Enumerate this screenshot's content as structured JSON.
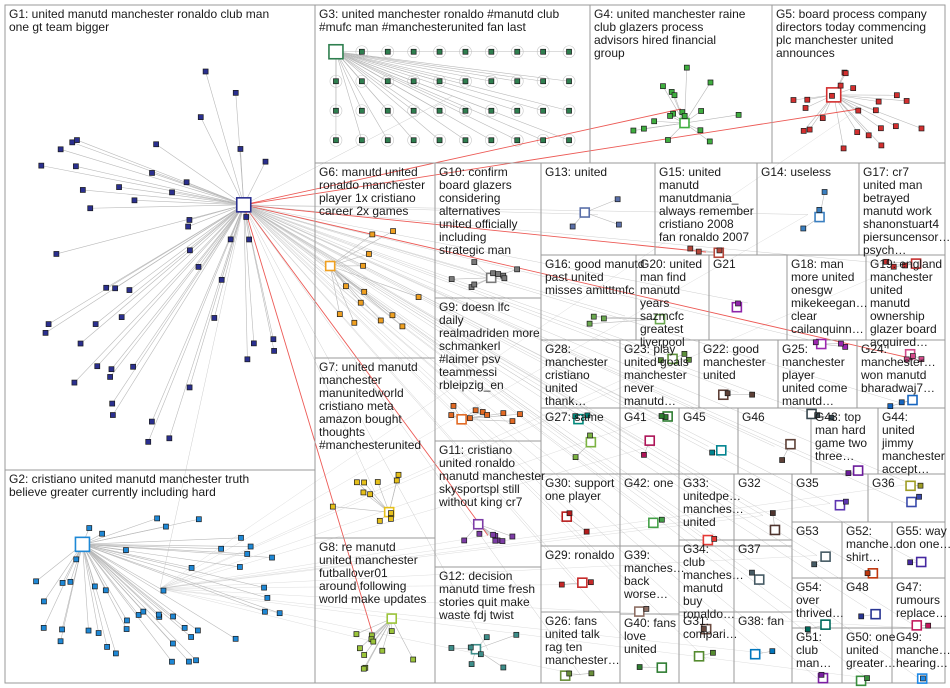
{
  "graph": {
    "title": "",
    "colors": {
      "edge": "#b9b9b9",
      "edge_highlight": "#e8322c",
      "panel_border": "#9a9a9a",
      "node_border": "#1b1b1b",
      "label_text": "#1a1a1a"
    },
    "groups": [
      {
        "id": "G1",
        "label": "G1: united manutd manchester ronaldo club man one gt team bigger",
        "color": "#2a2f8f",
        "nodes": 52
      },
      {
        "id": "G2",
        "label": "G2: cristiano united manutd manchester truth believe greater currently including hard",
        "color": "#1e88d6",
        "nodes": 48
      },
      {
        "id": "G3",
        "label": "G3: united manchester ronaldo #manutd club #mufc man #manchesterunited fan last",
        "color": "#2f7f4f",
        "nodes": 40
      },
      {
        "id": "G4",
        "label": "G4: united manchester raine club glazers process advisors hired financial group",
        "color": "#3fae3f",
        "nodes": 18
      },
      {
        "id": "G5",
        "label": "G5: board process company directors today commencing plc manchester united announces",
        "color": "#d32f2f",
        "nodes": 24
      },
      {
        "id": "G6",
        "label": "G6: manutd united ronaldo manchester player 1x cristiano career 2x games",
        "color": "#f0a020",
        "nodes": 14
      },
      {
        "id": "G7",
        "label": "G7: united manutd manchester manunitedworld cristiano meta amazon bought thoughts #manchesterunited",
        "color": "#e6c01a",
        "nodes": 12
      },
      {
        "id": "G8",
        "label": "G8: re manutd united manchester futballover01 around following world make updates",
        "color": "#9bc43a",
        "nodes": 12
      },
      {
        "id": "G9",
        "label": "G9: doesn lfc daily realmadriden more schmankerl #laimer psv teammessi rbleipzig_en",
        "color": "#e26a24",
        "nodes": 10
      },
      {
        "id": "G10",
        "label": "G10: confirm board glazers considering alternatives united officially including strategic man",
        "color": "#7a7a7a",
        "nodes": 10
      },
      {
        "id": "G11",
        "label": "G11: cristiano united ronaldo manutd manchester skysportspl still without king cr7",
        "color": "#7d3ca6",
        "nodes": 9
      },
      {
        "id": "G12",
        "label": "G12: decision manutd time fresh stories quit make waste fdj twist",
        "color": "#3d8e8a",
        "nodes": 8
      },
      {
        "id": "G13",
        "label": "G13: united",
        "color": "#5a6fa8",
        "nodes": 4
      },
      {
        "id": "G14",
        "label": "G14: useless",
        "color": "#3a7fc0",
        "nodes": 4
      },
      {
        "id": "G15",
        "label": "G15: united manutd manutdmania_ always remember cristiano 2008 fan ronaldo 2007",
        "color": "#b5463a",
        "nodes": 4
      },
      {
        "id": "G16",
        "label": "G16: good manutd past united misses amitttmfc",
        "color": "#6aa84f",
        "nodes": 4
      },
      {
        "id": "G17",
        "label": "G17: cr7 united man betrayed manutd work shanonstuart4 piersuncensor… psych…",
        "color": "#c53030",
        "nodes": 4
      },
      {
        "id": "G18",
        "label": "G18: man more united onesgw mikekeegan… clear cailanquinn…",
        "color": "#9c27b0",
        "nodes": 4
      },
      {
        "id": "G19",
        "label": "G19: england manchester united manutd ownership glazer board acquired…",
        "color": "#d34a8a",
        "nodes": 4
      },
      {
        "id": "G20",
        "label": "G20: united man find manutd years sazmcfc greatest liverpool",
        "color": "#5c8f3a",
        "nodes": 4
      },
      {
        "id": "G21",
        "label": "G21",
        "color": "#8e24aa",
        "nodes": 2
      },
      {
        "id": "G22",
        "label": "G22: good manchester united",
        "color": "#5d4037",
        "nodes": 3
      },
      {
        "id": "G23",
        "label": "G23: play united goals manchester never manutd…",
        "color": "#2e7d32",
        "nodes": 3
      },
      {
        "id": "G24",
        "label": "G24: manchester… won manutd bharadwaj7…",
        "color": "#1565c0",
        "nodes": 3
      },
      {
        "id": "G25",
        "label": "G25: manchester player united come manutd…",
        "color": "#37474f",
        "nodes": 3
      },
      {
        "id": "G26",
        "label": "G26: fans united talk rag ten manchester…",
        "color": "#6a8f3a",
        "nodes": 3
      },
      {
        "id": "G27",
        "label": "G27: same",
        "color": "#7cb342",
        "nodes": 3
      },
      {
        "id": "G28",
        "label": "G28: manchester cristiano united thank…",
        "color": "#00897b",
        "nodes": 3
      },
      {
        "id": "G29",
        "label": "G29: ronaldo",
        "color": "#c62828",
        "nodes": 3
      },
      {
        "id": "G30",
        "label": "G30: support one player",
        "color": "#b71c1c",
        "nodes": 3
      },
      {
        "id": "G31",
        "label": "G31: compari…",
        "color": "#558b2f",
        "nodes": 2
      },
      {
        "id": "G32",
        "label": "G32",
        "color": "#4e342e",
        "nodes": 2
      },
      {
        "id": "G33",
        "label": "G33: unitedpe… manches… united",
        "color": "#e53935",
        "nodes": 2
      },
      {
        "id": "G34",
        "label": "G34: club manches… manutd buy ronaldo…",
        "color": "#6d4c41",
        "nodes": 2
      },
      {
        "id": "G35",
        "label": "G35",
        "color": "#5e35b1",
        "nodes": 2
      },
      {
        "id": "G36",
        "label": "G36",
        "color": "#3949ab",
        "nodes": 2
      },
      {
        "id": "G37",
        "label": "G37",
        "color": "#455a64",
        "nodes": 2
      },
      {
        "id": "G38",
        "label": "G38: fan",
        "color": "#0277bd",
        "nodes": 2
      },
      {
        "id": "G39",
        "label": "G39: manches… back worse…",
        "color": "#8d6e63",
        "nodes": 2
      },
      {
        "id": "G40",
        "label": "G40: fans love united",
        "color": "#2e7d32",
        "nodes": 2
      },
      {
        "id": "G41",
        "label": "G41",
        "color": "#ad1457",
        "nodes": 2
      },
      {
        "id": "G42",
        "label": "G42: one",
        "color": "#43a047",
        "nodes": 2
      },
      {
        "id": "G43",
        "label": "G43: top man hard game two three…",
        "color": "#6a1b9a",
        "nodes": 2
      },
      {
        "id": "G44",
        "label": "G44: united jimmy manchester accept…",
        "color": "#9e9d24",
        "nodes": 2
      },
      {
        "id": "G45",
        "label": "G45",
        "color": "#00838f",
        "nodes": 2
      },
      {
        "id": "G46",
        "label": "G46",
        "color": "#5d4037",
        "nodes": 2
      },
      {
        "id": "G47",
        "label": "G47: rumours replace…",
        "color": "#c2185b",
        "nodes": 2
      },
      {
        "id": "G48",
        "label": "G48",
        "color": "#283593",
        "nodes": 2
      },
      {
        "id": "G49",
        "label": "G49: manche… hearing…",
        "color": "#1e88e5",
        "nodes": 2
      },
      {
        "id": "G50",
        "label": "G50: one united greater…",
        "color": "#388e3c",
        "nodes": 2
      },
      {
        "id": "G51",
        "label": "G51: club man…",
        "color": "#7b1fa2",
        "nodes": 2
      },
      {
        "id": "G52",
        "label": "G52: manche… shirt…",
        "color": "#bf360c",
        "nodes": 2
      },
      {
        "id": "G53",
        "label": "G53",
        "color": "#455a64",
        "nodes": 2
      },
      {
        "id": "G54",
        "label": "G54: over thrived…",
        "color": "#00695c",
        "nodes": 2
      },
      {
        "id": "G55",
        "label": "G55: way don one…",
        "color": "#4527a0",
        "nodes": 2
      }
    ]
  }
}
